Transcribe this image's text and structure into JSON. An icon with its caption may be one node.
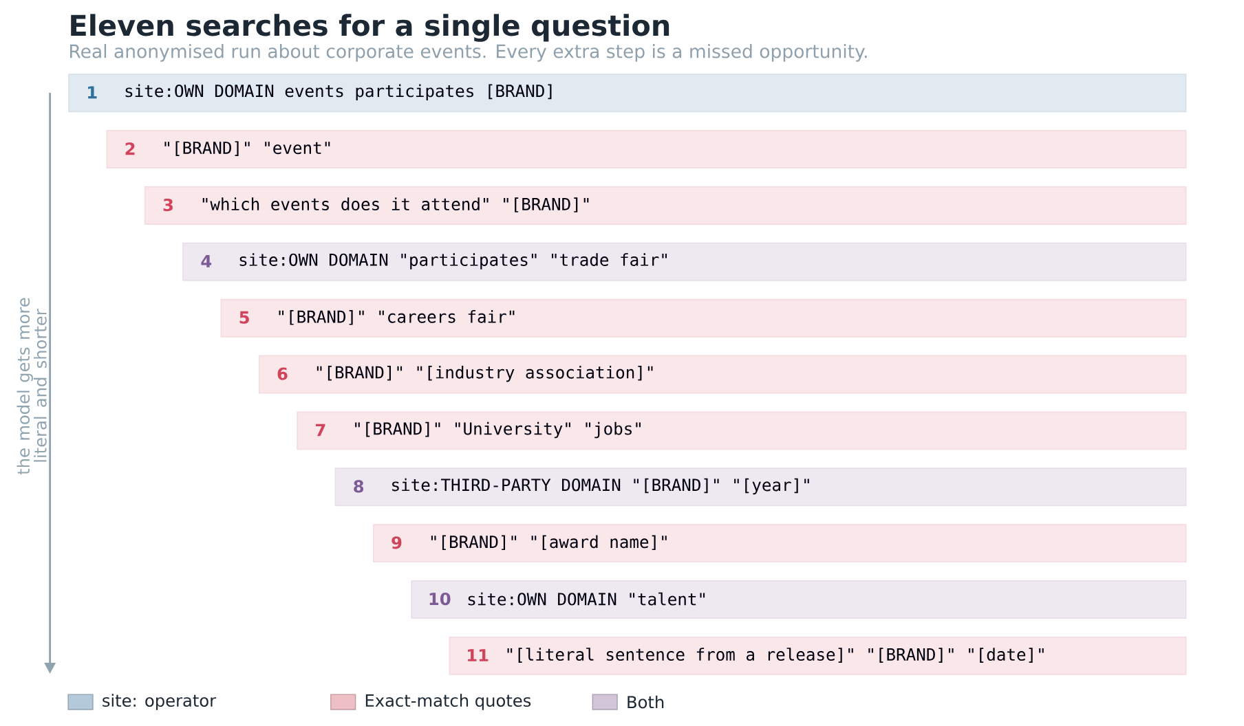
{
  "diagram": {
    "title": "Eleven searches for a single question",
    "caption": "Real anonymised run about corporate events. Every extra step is a missed opportunity.",
    "nodes": [
      {
        "text": [
          "1",
          "site:OWN DOMAIN events participates [BRAND]"
        ]
      },
      {
        "text": [
          "2",
          "\"[BRAND]\" \"event\""
        ]
      },
      {
        "text": [
          "3",
          "\"which events does it attend\" \"[BRAND]\""
        ]
      },
      {
        "text": [
          "4",
          "site:OWN DOMAIN \"participates\" \"trade fair\""
        ]
      },
      {
        "text": [
          "5",
          "\"[BRAND]\" \"careers fair\""
        ]
      },
      {
        "text": [
          "6",
          "\"[BRAND]\" \"[industry association]\""
        ]
      },
      {
        "text": [
          "7",
          "\"[BRAND]\" \"University\" \"jobs\""
        ]
      },
      {
        "text": [
          "8",
          "site:THIRD-PARTY DOMAIN \"[BRAND]\" \"[year]\""
        ]
      },
      {
        "text": [
          "9",
          "\"[BRAND]\" \"[award name]\""
        ]
      },
      {
        "text": [
          "10",
          "site:OWN DOMAIN \"talent\""
        ]
      },
      {
        "text": [
          "11",
          "\"[literal sentence from a release]\" \"[BRAND]\" \"[date]\""
        ]
      }
    ],
    "labels": [
      "the model gets more literal and shorter"
    ],
    "legend": [
      {
        "text": "site: operator",
        "color": "#b4c9d9"
      },
      {
        "text": "Exact-match quotes",
        "color": "#eebfc4"
      },
      {
        "text": "Both",
        "color": "#d2c5da"
      }
    ]
  }
}
